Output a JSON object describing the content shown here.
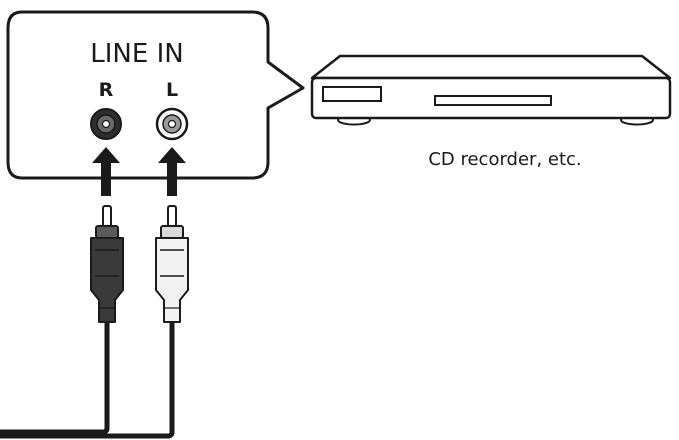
{
  "panel": {
    "title": "LINE IN",
    "right_channel": "R",
    "left_channel": "L"
  },
  "device": {
    "caption": "CD recorder, etc."
  },
  "colors": {
    "line": "#1a1a1a",
    "plug_dark": "#3a3a3a",
    "plug_light": "#f2f2f2",
    "device_body": "#ffffff",
    "background": "#ffffff"
  },
  "icons": {
    "jack_right": "rca-jack-dark-icon",
    "jack_left": "rca-jack-light-icon",
    "arrow": "arrow-up-icon",
    "device": "cd-recorder-icon",
    "plug_right": "rca-plug-dark-icon",
    "plug_left": "rca-plug-light-icon"
  }
}
